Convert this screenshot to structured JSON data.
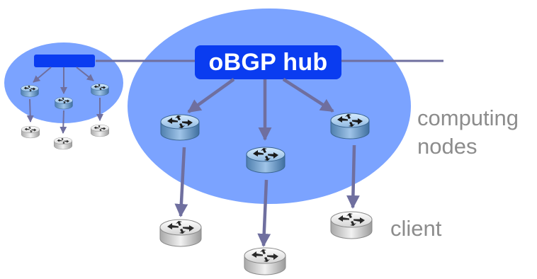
{
  "hub": {
    "label": "oBGP hub"
  },
  "labels": {
    "computing_line1": "computing",
    "computing_line2": "nodes",
    "client": "client"
  },
  "colors": {
    "cloud": "#7ba3ff",
    "hub_box": "#0a3cf0",
    "link": "#6f6f9f",
    "router_blue": "#5f8fbf",
    "router_gray": "#c8c8c8",
    "label_text": "#8c8c8c"
  }
}
